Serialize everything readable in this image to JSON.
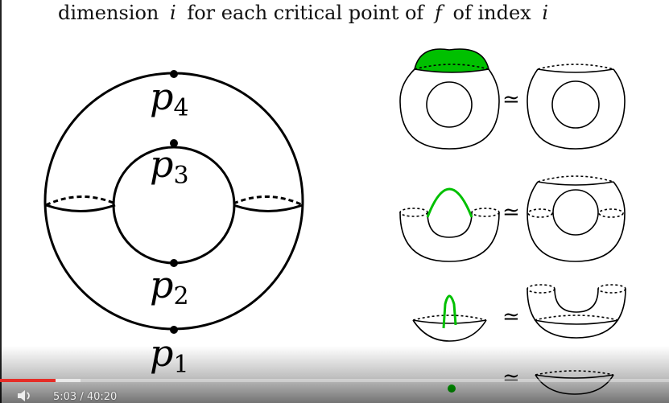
{
  "caption": {
    "word_dimension": "dimension",
    "var_i": "i",
    "text_for_each": "for each critical point of",
    "var_f": "f",
    "text_of_index": "of index",
    "var_i_end": "i"
  },
  "torus_labels": {
    "p4": {
      "base": "p",
      "sub": "4"
    },
    "p3": {
      "base": "p",
      "sub": "3"
    },
    "p2": {
      "base": "p",
      "sub": "2"
    },
    "p1": {
      "base": "p",
      "sub": "1"
    }
  },
  "equivalence_symbol": "≃",
  "colors": {
    "handle_green": "#00c000",
    "ink": "#000000",
    "progress_red": "#e52d27"
  },
  "player": {
    "time_text": "5:03 / 40:20",
    "progress_fraction": 0.0826,
    "buffered_fraction": 0.12,
    "volume_icon": "speaker-icon"
  }
}
